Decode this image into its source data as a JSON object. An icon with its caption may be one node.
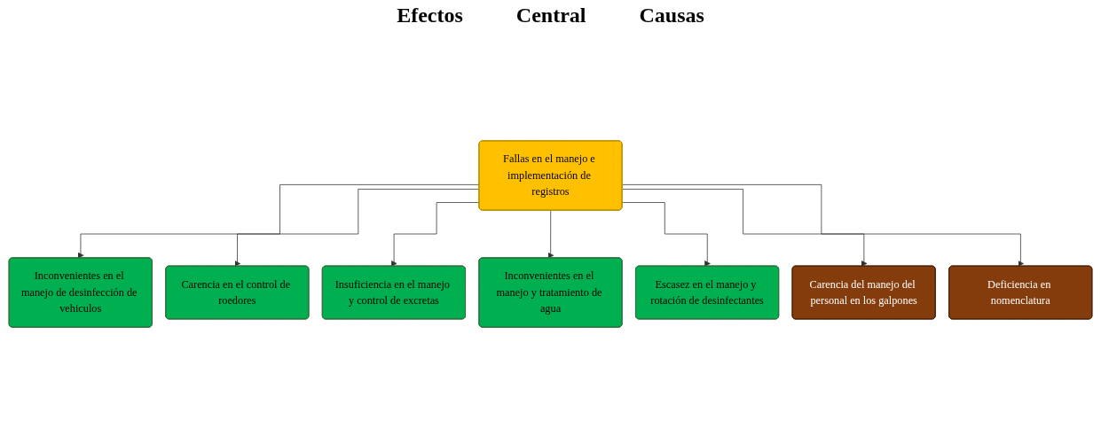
{
  "diagram": {
    "nodes": [
      {
        "text": [
          "Inconvenientes en el manejo de desinfección de vehiculos"
        ]
      },
      {
        "text": [
          "Carencia en el control de roedores"
        ]
      },
      {
        "text": [
          "Insuficiencia en el manejo y control de excretas"
        ]
      },
      {
        "text": [
          "Inconvenientes en el manejo y tratamiento de agua"
        ]
      },
      {
        "text": [
          "Escasez en el manejo y rotación de desinfectantes"
        ]
      },
      {
        "text": [
          "Fallas en el manejo e implementación de registros"
        ]
      },
      {
        "text": [
          "Carencia del manejo del personal en los galpones"
        ]
      },
      {
        "text": [
          "Deficiencia en nomenclatura"
        ]
      }
    ],
    "edges": [
      {
        "from": 5,
        "to": 0,
        "arrow": "to"
      },
      {
        "from": 5,
        "to": 1,
        "arrow": "to"
      },
      {
        "from": 5,
        "to": 2,
        "arrow": "to"
      },
      {
        "from": 5,
        "to": 3,
        "arrow": "to"
      },
      {
        "from": 5,
        "to": 4,
        "arrow": "to"
      },
      {
        "from": 5,
        "to": 6,
        "arrow": "to"
      },
      {
        "from": 5,
        "to": 7,
        "arrow": "to"
      }
    ],
    "labels": [
      "Efectos",
      "Central",
      "Causas"
    ]
  }
}
